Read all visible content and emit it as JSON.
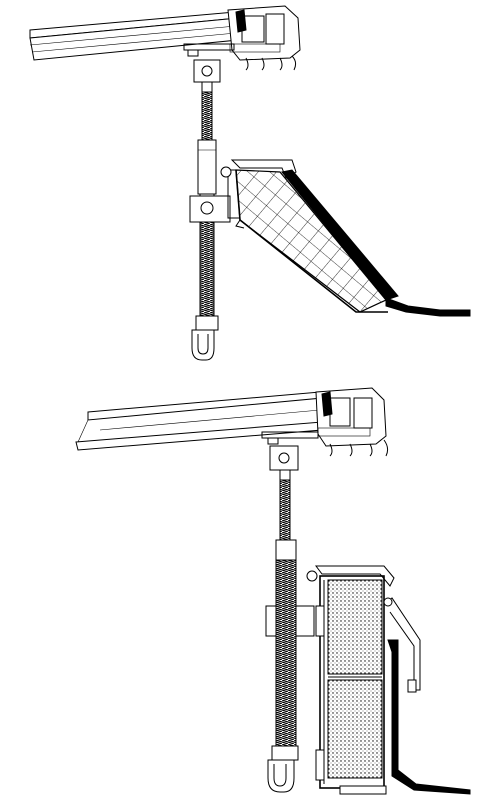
{
  "figure": {
    "background": "#ffffff",
    "stroke": "#000000",
    "fill_insulation": "#e6e6e6"
  },
  "views": [
    {
      "id": "upper-detail",
      "description_kind": "sloped-upstand-section"
    },
    {
      "id": "lower-detail",
      "description_kind": "vertical-upstand-section"
    }
  ]
}
